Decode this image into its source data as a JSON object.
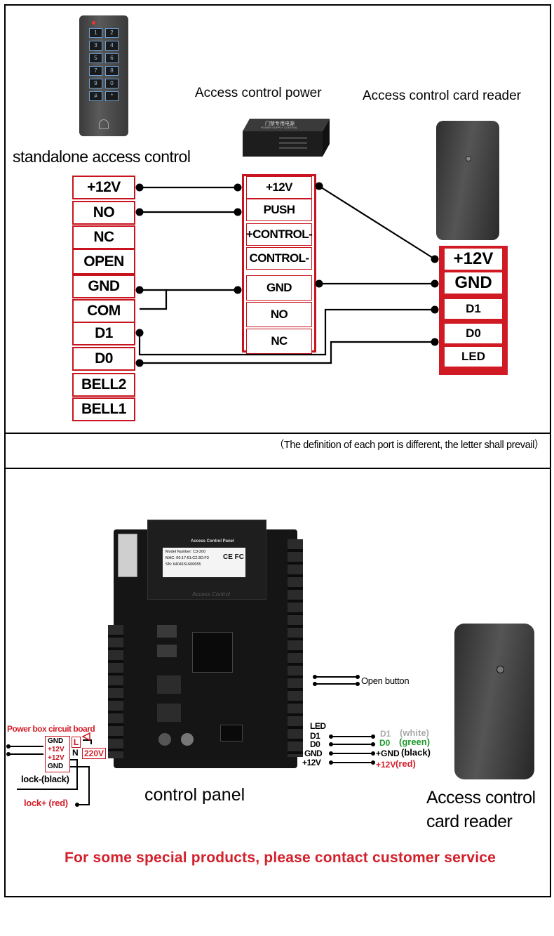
{
  "colors": {
    "accent_red": "#d3202b",
    "port_border": "#c8141e",
    "device_dark": "#2a2a2a"
  },
  "top_section": {
    "standalone_title": "standalone access control",
    "power_title": "Access control power",
    "reader_title": "Access control card reader",
    "keypad_keys": [
      "1",
      "2",
      "3",
      "4",
      "5",
      "6",
      "7",
      "8",
      "9",
      "0",
      "#",
      "*"
    ],
    "power_box_text": "门禁专用电源",
    "power_box_subtext": "POWER SUPPLY CONTROL",
    "standalone_ports": [
      "+12V",
      "NO",
      "NC",
      "OPEN",
      "GND",
      "COM",
      "D1",
      "D0",
      "BELL2",
      "BELL1"
    ],
    "power_ports": [
      "+12V",
      "PUSH",
      "+CONTROL-",
      "CONTROL-",
      "GND",
      "NO",
      "NC"
    ],
    "reader_ports": [
      "+12V",
      "GND",
      "D1",
      "D0",
      "LED"
    ]
  },
  "note": "（The definition of each port is different, the letter shall prevail）",
  "bottom_section": {
    "panel_label": "Access Control Panel",
    "panel_model": "Model Number: C3-200",
    "panel_mac": "MAC: 00:17:61:C2:3D:F3",
    "panel_sn": "SN: 6404151600655",
    "panel_logos": "CE FC",
    "panel_brand": "Access Control",
    "control_panel_label": "control panel",
    "reader_label_line1": "Access control",
    "reader_label_line2": "card reader",
    "open_button_label": "Open button",
    "left_pins": [
      "LED",
      "D1",
      "D0",
      "GND",
      "+12V"
    ],
    "reader_wires": [
      {
        "pin": "D1",
        "color_note": "(white)"
      },
      {
        "pin": "D0",
        "color_note": "(green)"
      },
      {
        "pin": "+GND",
        "color_note": "(black)"
      },
      {
        "pin": "+12V",
        "color_note": "(red)"
      }
    ],
    "power_box_title": "Power box circuit board",
    "power_box_rows": [
      "GND",
      "+12V",
      "+12V",
      "GND"
    ],
    "power_box_L": "L",
    "power_box_N": "N",
    "power_box_voltage": "220V",
    "lock_minus": "lock-(black)",
    "lock_plus": "lock+ (red)",
    "footer": "For some special products, please contact customer service"
  }
}
